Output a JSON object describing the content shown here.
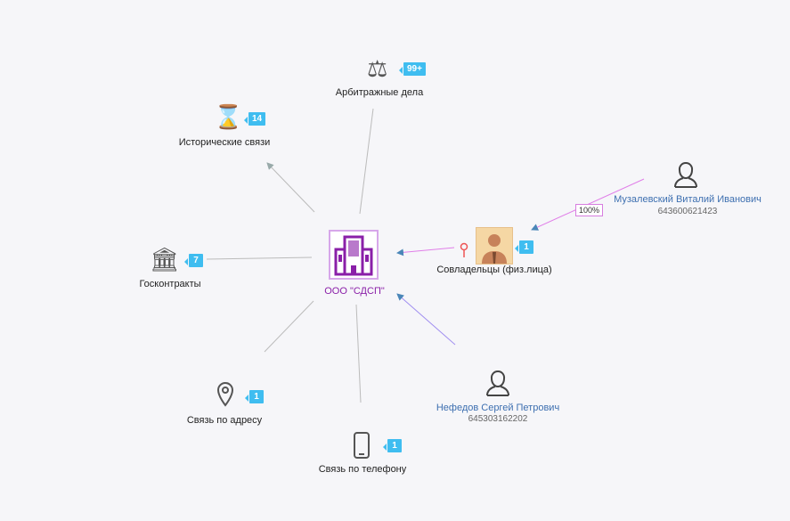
{
  "center": {
    "label": "ООО \"СДСП\""
  },
  "nodes": {
    "arbitr": {
      "label": "Арбитражные дела",
      "badge": "99+"
    },
    "hist": {
      "label": "Исторические связи",
      "badge": "14"
    },
    "gos": {
      "label": "Госконтракты",
      "badge": "7"
    },
    "addr": {
      "label": "Связь по адресу",
      "badge": "1"
    },
    "phone": {
      "label": "Связь по телефону",
      "badge": "1"
    },
    "owners": {
      "label": "Совладельцы (физ.лица)",
      "badge": "1"
    }
  },
  "persons": [
    {
      "name": "Музалевский Виталий Иванович",
      "inn": "643600621423",
      "share": "100%"
    },
    {
      "name": "Нефедов Сергей Петрович",
      "inn": "645303162202"
    }
  ],
  "colors": {
    "company": "#8a1fa8",
    "badge": "#3fbdf0",
    "link": "#3d6fb0"
  }
}
